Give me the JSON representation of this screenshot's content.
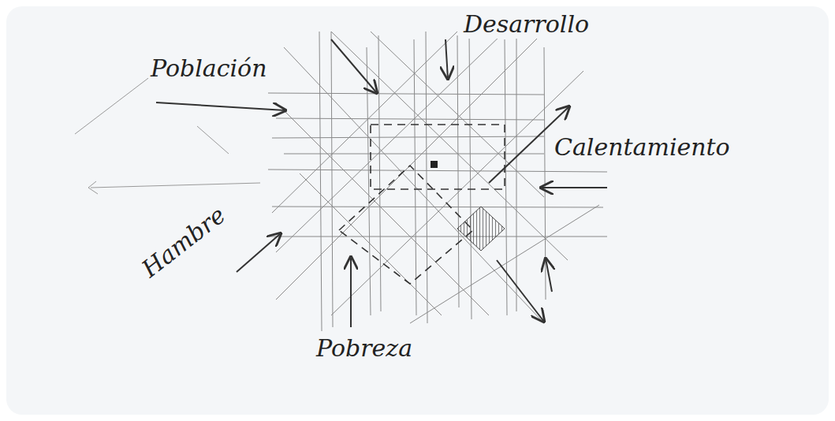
{
  "diagram": {
    "labels": [
      "Población",
      "Desarrollo",
      "Calentamiento",
      "Hambre",
      "Pobreza"
    ]
  }
}
